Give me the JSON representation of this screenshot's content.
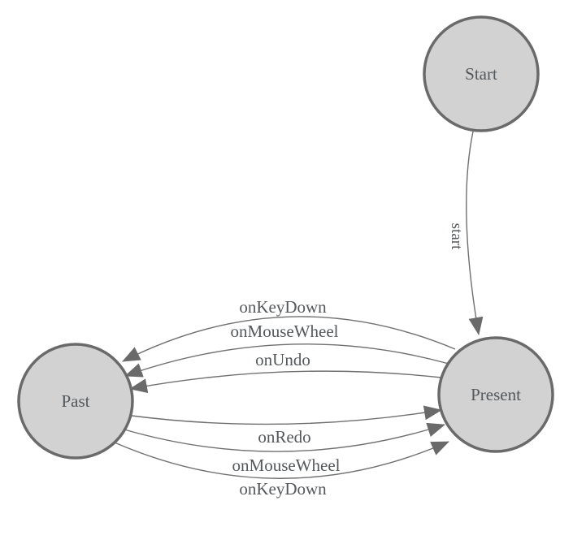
{
  "diagram": {
    "type": "state-machine",
    "colors": {
      "background": "#ffffff",
      "node_fill": "#d2d2d2",
      "node_border": "#6a6a6a",
      "edge_stroke": "#6f6f6f",
      "arrowhead_fill": "#6a6a6a",
      "label_text": "#54585b"
    },
    "nodes": {
      "start": {
        "label": "Start"
      },
      "past": {
        "label": "Past"
      },
      "present": {
        "label": "Present"
      }
    },
    "edges": {
      "start_to_present": {
        "from": "Start",
        "to": "Present",
        "label": "start"
      },
      "present_to_past": [
        {
          "from": "Present",
          "to": "Past",
          "label": "onKeyDown"
        },
        {
          "from": "Present",
          "to": "Past",
          "label": "onMouseWheel"
        },
        {
          "from": "Present",
          "to": "Past",
          "label": "onUndo"
        }
      ],
      "past_to_present": [
        {
          "from": "Past",
          "to": "Present",
          "label": "onRedo"
        },
        {
          "from": "Past",
          "to": "Present",
          "label": "onMouseWheel"
        },
        {
          "from": "Past",
          "to": "Present",
          "label": "onKeyDown"
        }
      ]
    }
  }
}
